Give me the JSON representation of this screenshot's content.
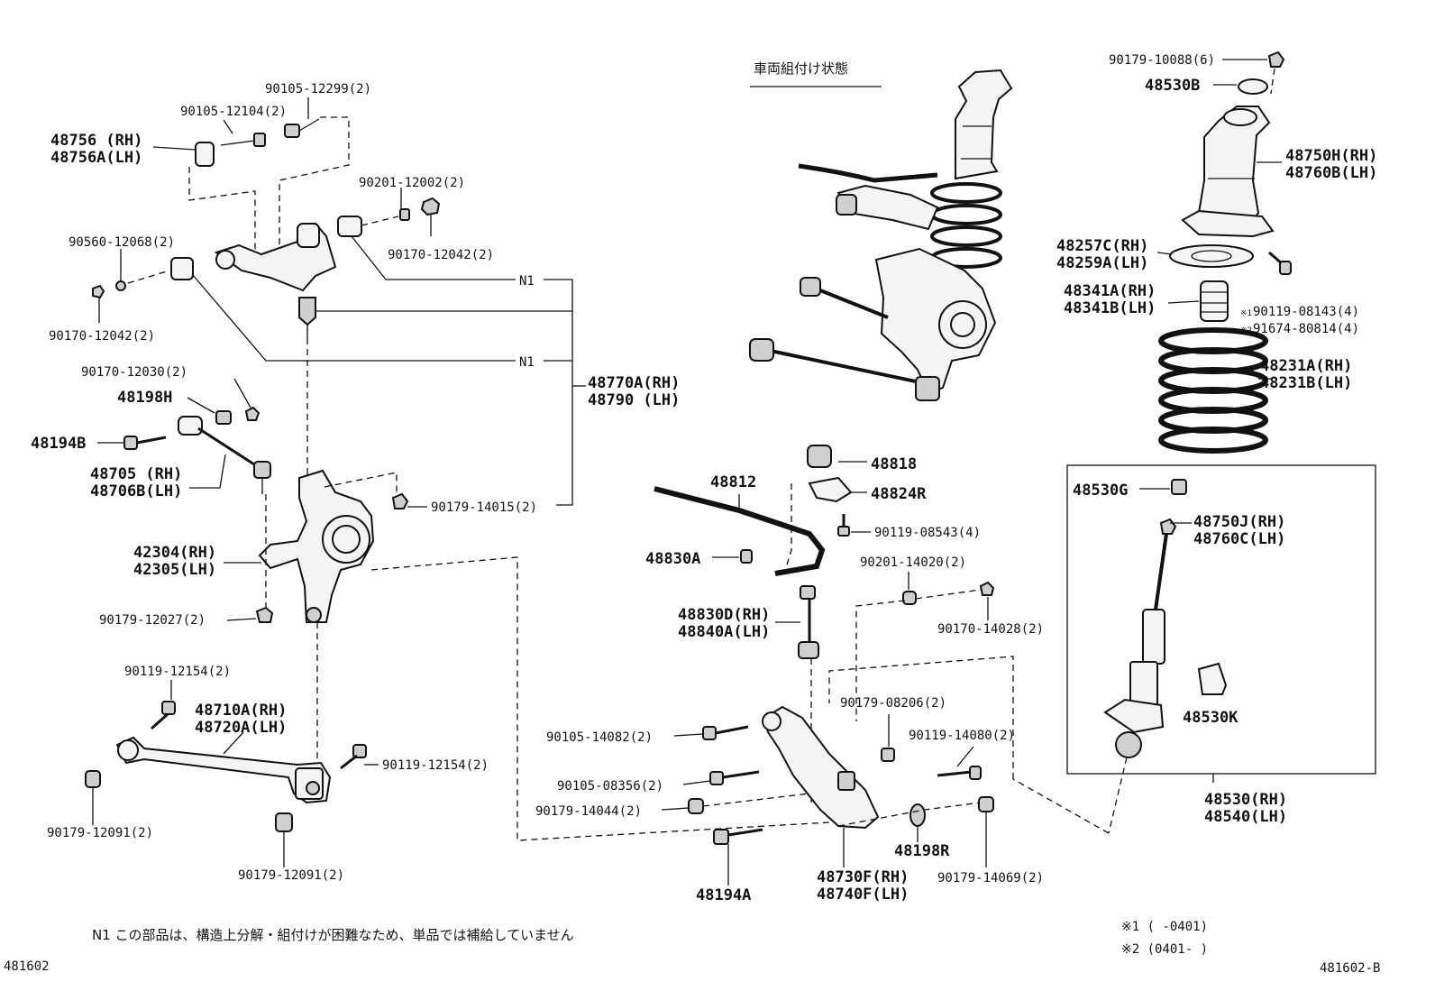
{
  "labels": {
    "l_90105_12299": "90105-12299(2)",
    "l_90105_12104": "90105-12104(2)",
    "l_48756": "48756 (RH)",
    "l_48756a": "48756A(LH)",
    "l_90201_12002": "90201-12002(2)",
    "l_90560_12068": "90560-12068(2)",
    "l_90170_12042a": "90170-12042(2)",
    "l_90170_12042b": "90170-12042(2)",
    "l_n1a": "N1",
    "l_n1b": "N1",
    "l_90170_12030": "90170-12030(2)",
    "l_48198h": "48198H",
    "l_48194b": "48194B",
    "l_48705": "48705 (RH)",
    "l_48706b": "48706B(LH)",
    "l_48770a": "48770A(RH)",
    "l_48790": "48790  (LH)",
    "l_90179_14015": "90179-14015(2)",
    "l_42304": "42304(RH)",
    "l_42305": "42305(LH)",
    "l_90179_12027": "90179-12027(2)",
    "l_90119_12154a": "90119-12154(2)",
    "l_48710a": "48710A(RH)",
    "l_48720a": "48720A(LH)",
    "l_90119_12154b": "90119-12154(2)",
    "l_90179_12091a": "90179-12091(2)",
    "l_90179_12091b": "90179-12091(2)",
    "l_jp_title": "車両組付け状態",
    "l_90179_10088": "90179-10088(6)",
    "l_48530b": "48530B",
    "l_48750h": "48750H(RH)",
    "l_48760b": "48760B(LH)",
    "l_48257c": "48257C(RH)",
    "l_48259a": "48259A(LH)",
    "l_48341a": "48341A(RH)",
    "l_48341b": "48341B(LH)",
    "l_90119_08143": "90119-08143(4)",
    "l_91674_80814": "91674-80814(4)",
    "l_mark1": "※1",
    "l_mark2": "※2",
    "l_48231a": "48231A(RH)",
    "l_48231b": "48231B(LH)",
    "l_48818": "48818",
    "l_48812": "48812",
    "l_48824r": "48824R",
    "l_90119_08543": "90119-08543(4)",
    "l_48830a": "48830A",
    "l_90201_14020": "90201-14020(2)",
    "l_48830d": "48830D(RH)",
    "l_48840a": "48840A(LH)",
    "l_90170_14028": "90170-14028(2)",
    "l_90179_08206": "90179-08206(2)",
    "l_90105_14082": "90105-14082(2)",
    "l_90119_14080": "90119-14080(2)",
    "l_90105_08356": "90105-08356(2)",
    "l_90179_14044": "90179-14044(2)",
    "l_48198r": "48198R",
    "l_48194a": "48194A",
    "l_48730f": "48730F(RH)",
    "l_48740f": "48740F(LH)",
    "l_90179_14069": "90179-14069(2)",
    "l_48530g": "48530G",
    "l_48750j": "48750J(RH)",
    "l_48760c": "48760C(LH)",
    "l_48530k": "48530K",
    "l_48530": "48530(RH)",
    "l_48540": "48540(LH)",
    "l_footnote": "N1 この部品は、構造上分解・組付けが困難なため、単品では補給していません",
    "l_note1": "※1 (     -0401)",
    "l_note2": "※2 (0401-     )",
    "l_code_left": "481602",
    "l_code_right": "481602-B"
  }
}
